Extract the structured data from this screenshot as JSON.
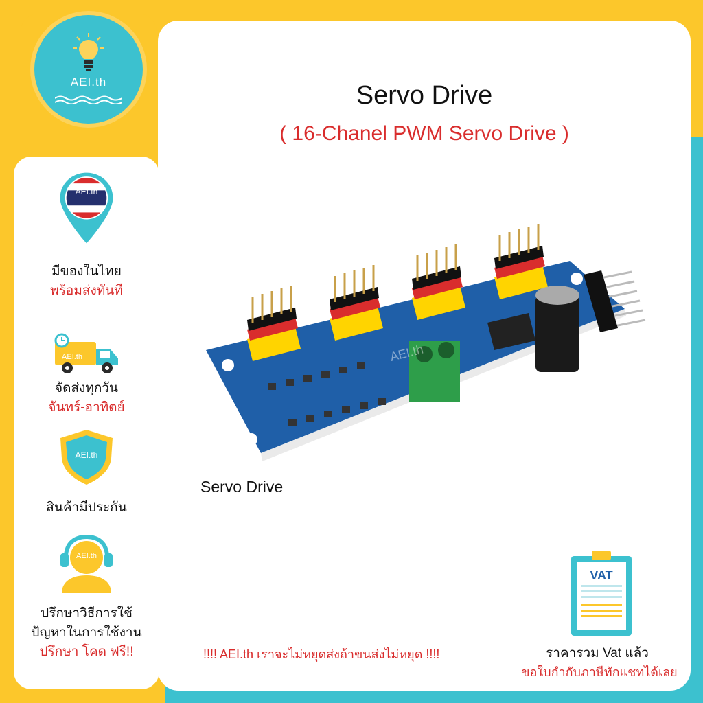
{
  "logo": {
    "text": "AEI.th"
  },
  "header": {
    "title": "Servo Drive",
    "subtitle": "( 16-Chanel PWM Servo Drive )"
  },
  "product": {
    "caption": "Servo Drive",
    "watermark": "AEI.th"
  },
  "features": [
    {
      "icon": "map-pin-flag-icon",
      "badge": "AEI.th",
      "line1": "มีของในไทย",
      "line2": "พร้อมส่งทันที"
    },
    {
      "icon": "delivery-truck-icon",
      "badge": "AEI.th",
      "line1": "จัดส่งทุกวัน",
      "line2": "จันทร์-อาทิตย์"
    },
    {
      "icon": "shield-icon",
      "badge": "AEI.th",
      "line1": "สินค้ามีประกัน"
    },
    {
      "icon": "support-headset-icon",
      "badge": "AEI.th",
      "line1": "ปรึกษาวิธีการใช้",
      "line2": "ปัญหาในการใช้งาน",
      "line3": "ปรึกษา โคด ฟรี!!"
    }
  ],
  "notice": "!!!!  AEI.th เราจะไม่หยุดส่งถ้าขนส่งไม่หยุด  !!!!",
  "vat": {
    "badge": "VAT",
    "line1": "ราคารวม Vat แล้ว",
    "line2": "ขอใบกำกับภาษีทักแชทได้เลย"
  },
  "colors": {
    "teal": "#3cc1cf",
    "yellow": "#fcc72b",
    "red": "#d92d2d",
    "board_blue": "#1f5fa8"
  }
}
